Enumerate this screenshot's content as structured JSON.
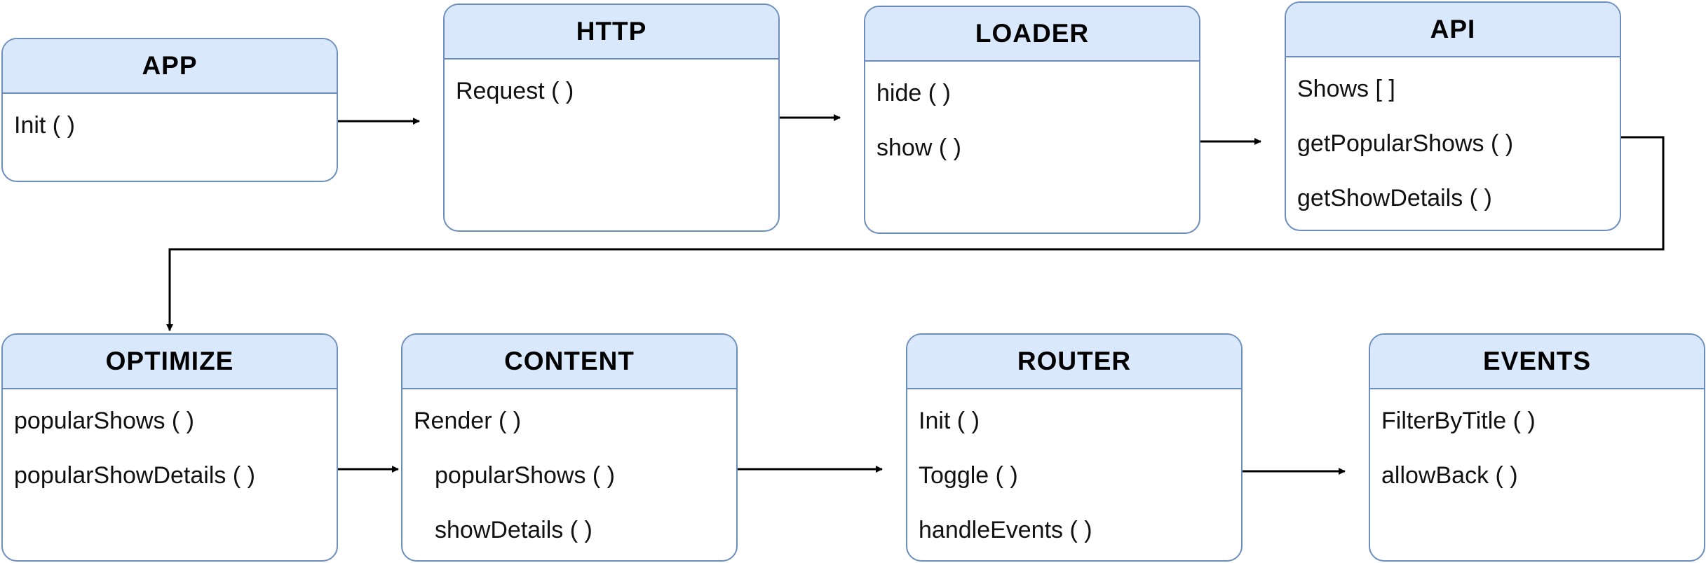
{
  "boxes": [
    {
      "key": "app",
      "title": "APP",
      "items": [
        {
          "text": "Init ( )"
        }
      ]
    },
    {
      "key": "http",
      "title": "HTTP",
      "items": [
        {
          "text": "Request ( )"
        }
      ]
    },
    {
      "key": "loader",
      "title": "LOADER",
      "items": [
        {
          "text": "hide ( )"
        },
        {
          "text": "show ( )"
        }
      ]
    },
    {
      "key": "api",
      "title": "API",
      "items": [
        {
          "text": "Shows [ ]"
        },
        {
          "text": "getPopularShows ( )"
        },
        {
          "text": "getShowDetails ( )"
        }
      ]
    },
    {
      "key": "optimize",
      "title": "OPTIMIZE",
      "items": [
        {
          "text": "popularShows ( )"
        },
        {
          "text": "popularShowDetails ( )"
        }
      ]
    },
    {
      "key": "content",
      "title": "CONTENT",
      "items": [
        {
          "text": "Render ( )"
        },
        {
          "text": "popularShows ( )",
          "indent": true
        },
        {
          "text": "showDetails ( )",
          "indent": true
        }
      ]
    },
    {
      "key": "router",
      "title": "ROUTER",
      "items": [
        {
          "text": "Init ( )"
        },
        {
          "text": "Toggle ( )"
        },
        {
          "text": "handleEvents ( )"
        }
      ]
    },
    {
      "key": "events",
      "title": "EVENTS",
      "items": [
        {
          "text": "FilterByTitle ( )"
        },
        {
          "text": "allowBack ( )"
        }
      ]
    }
  ],
  "connections": [
    {
      "from": "app",
      "to": "http"
    },
    {
      "from": "http",
      "to": "loader"
    },
    {
      "from": "loader",
      "to": "api"
    },
    {
      "from": "api",
      "to": "optimize"
    },
    {
      "from": "optimize",
      "to": "content"
    },
    {
      "from": "content",
      "to": "router"
    },
    {
      "from": "router",
      "to": "events"
    }
  ],
  "colors": {
    "header_fill": "#dae8fc",
    "border": "#6c8ebf",
    "arrow": "#000000"
  }
}
